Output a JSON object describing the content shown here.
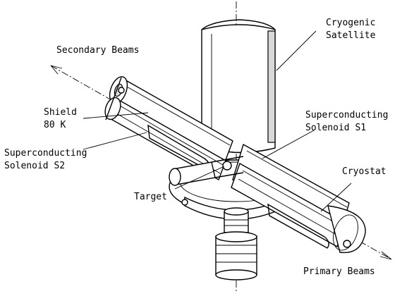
{
  "labels": {
    "secondary_beams": "Secondary Beams",
    "cryogenic": "Cryogenic",
    "satellite": "Satellite",
    "shield": "Shield",
    "shield_temp": "80 K",
    "sc_s1_line1": "Superconducting",
    "sc_s1_line2": "Solenoid S1",
    "sc_s2_line1": "Superconducting",
    "sc_s2_line2": "Solenoid S2",
    "cryostat": "Cryostat",
    "target": "Target",
    "primary_beams": "Primary Beams"
  }
}
